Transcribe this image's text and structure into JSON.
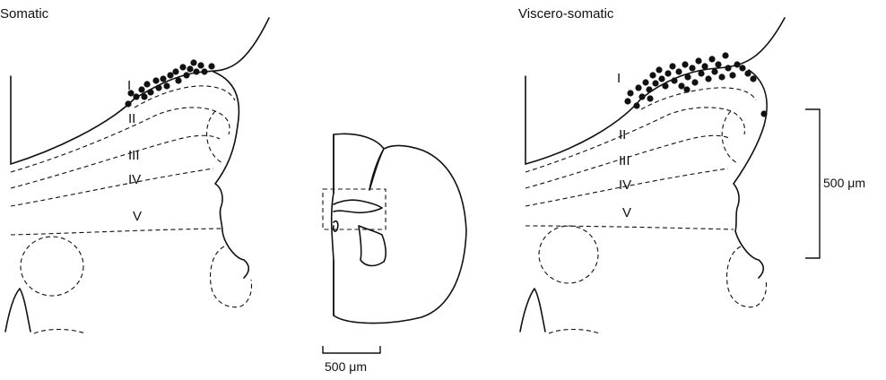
{
  "left_panel": {
    "title": "Somatic",
    "laminae": [
      "I",
      "II",
      "III",
      "IV",
      "V"
    ]
  },
  "right_panel": {
    "title": "Viscero-somatic",
    "laminae": [
      "I",
      "II",
      "III",
      "IV",
      "V"
    ]
  },
  "center_scale": {
    "label": "500 μm"
  },
  "right_scale": {
    "label": "500 μm"
  }
}
